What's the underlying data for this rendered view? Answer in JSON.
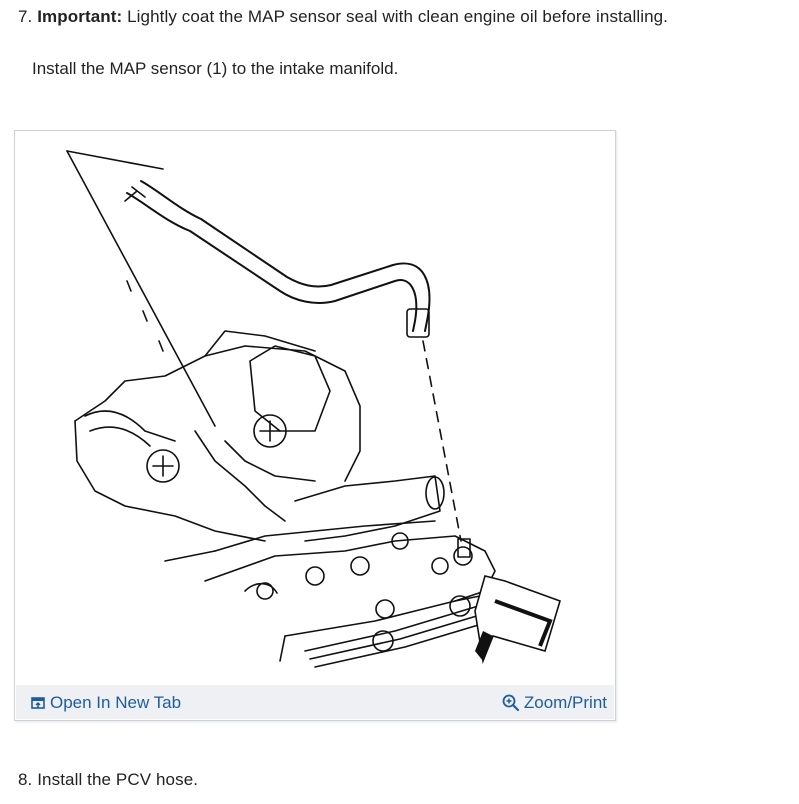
{
  "steps": {
    "step7": {
      "number": "7.",
      "emphasis": "Important:",
      "text": "Lightly coat the MAP sensor seal with clean engine oil before installing.",
      "sub": "Install the MAP sensor (1) to the intake manifold."
    },
    "step8": {
      "number": "8.",
      "text": "Install the PCV hose."
    }
  },
  "figure": {
    "open_new_tab_label": "Open In New Tab",
    "zoom_print_label": "Zoom/Print",
    "open_icon": "open-in-new-tab-icon",
    "zoom_icon": "zoom-icon",
    "link_color": "#1f5c9e",
    "bar_color": "#eef0f3"
  }
}
